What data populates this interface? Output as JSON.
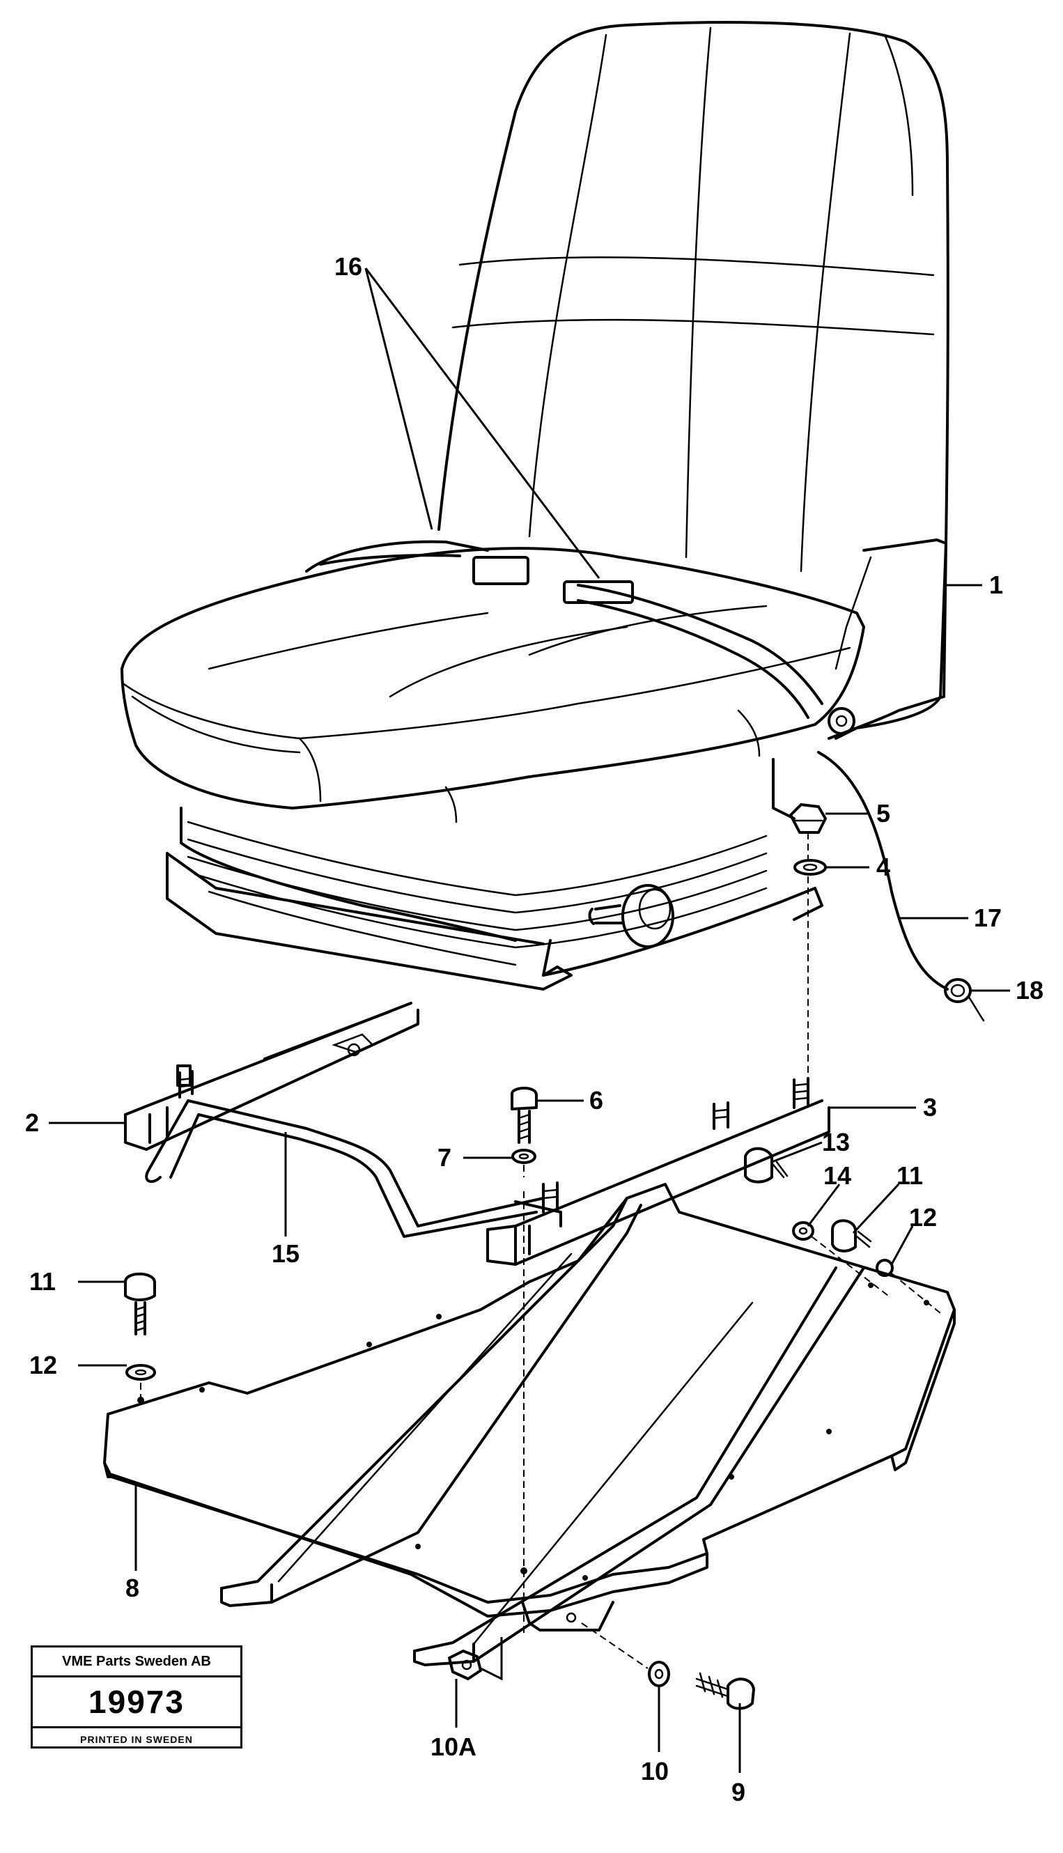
{
  "diagram": {
    "callouts": {
      "c1": "1",
      "c2": "2",
      "c3": "3",
      "c4": "4",
      "c5": "5",
      "c6": "6",
      "c7": "7",
      "c8": "8",
      "c9": "9",
      "c10": "10",
      "c10a": "10A",
      "c11a": "11",
      "c11b": "11",
      "c12a": "12",
      "c12b": "12",
      "c13": "13",
      "c14": "14",
      "c15": "15",
      "c16": "16",
      "c17": "17",
      "c18": "18"
    }
  },
  "stamp": {
    "company": "VME Parts Sweden AB",
    "number": "19973",
    "footer": "PRINTED IN SWEDEN"
  }
}
